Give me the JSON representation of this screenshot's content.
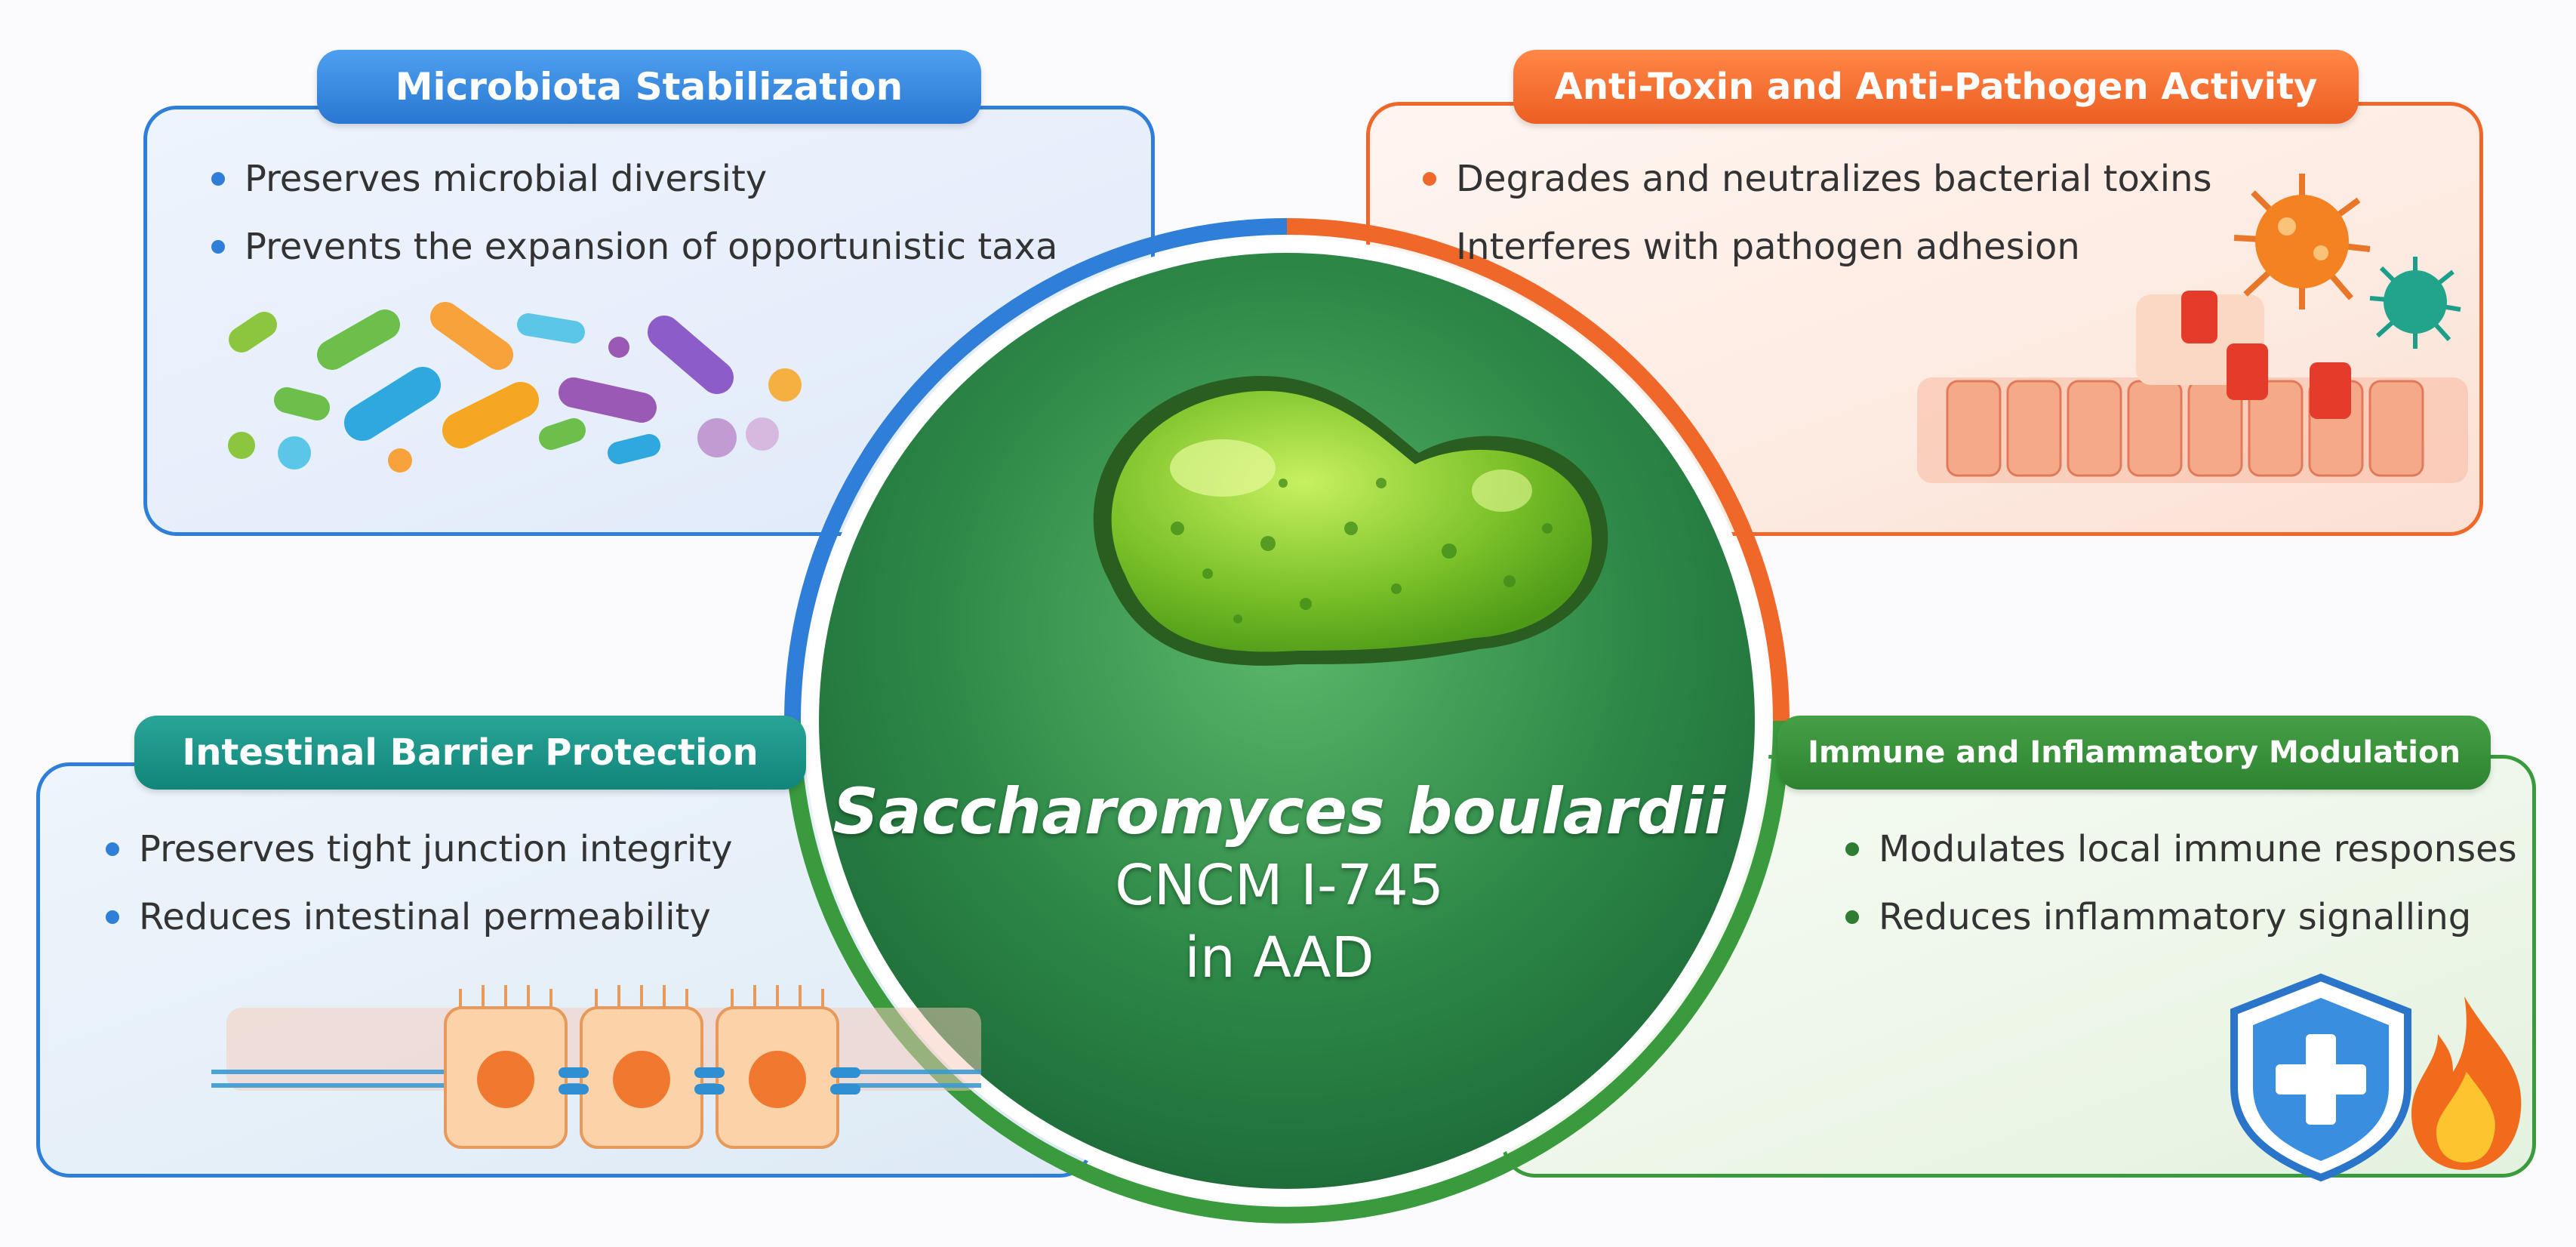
{
  "colors": {
    "blue": "#2f7fd8",
    "orange": "#f0672a",
    "teal": "#11857a",
    "green": "#3a9a3e",
    "center": "#2f8f4a"
  },
  "center": {
    "title_line1": "Saccharomyces boulardii",
    "title_line2": "CNCM I-745",
    "title_line3": "in AAD"
  },
  "panels": {
    "top_left": {
      "title": "Microbiota Stabilization",
      "bullets": [
        "Preserves microbial diversity",
        "Prevents the expansion of opportunistic taxa"
      ]
    },
    "top_right": {
      "title": "Anti-Toxin and Anti-Pathogen Activity",
      "bullets": [
        "Degrades and neutralizes bacterial toxins",
        "Interferes with pathogen adhesion"
      ]
    },
    "bottom_left": {
      "title": "Intestinal Barrier Protection",
      "bullets": [
        "Preserves tight junction integrity",
        "Reduces intestinal permeability"
      ]
    },
    "bottom_right": {
      "title": "Immune and Inflammatory Modulation",
      "bullets": [
        "Modulates local immune responses",
        "Reduces inflammatory signalling"
      ]
    }
  },
  "icons": {
    "microbes": "bacteria-cluster-icon",
    "pathogens": "virus-icon",
    "epithelium": "epithelial-cells-icon",
    "shield": "shield-plus-icon",
    "flame": "flame-icon",
    "yeast": "yeast-cell-icon"
  }
}
